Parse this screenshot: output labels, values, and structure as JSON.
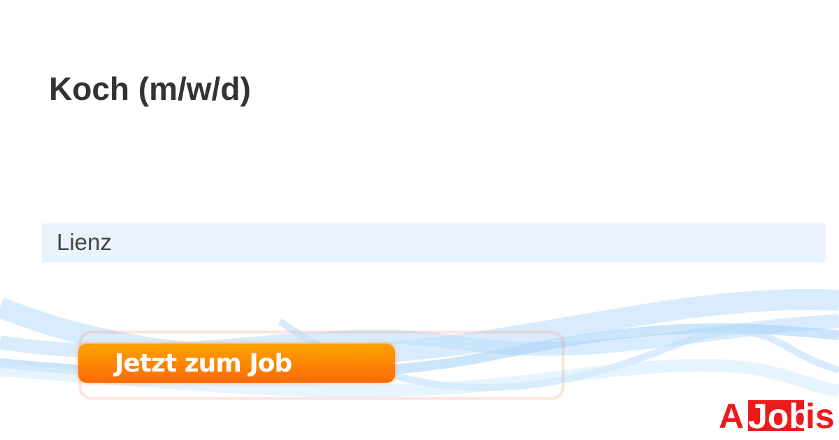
{
  "job": {
    "title": "Koch (m/w/d)",
    "location": "Lienz"
  },
  "cta": {
    "label": "Jetzt zum Job"
  },
  "logo": {
    "text": "AJobis",
    "colors": {
      "red": "#ec1b1b"
    }
  }
}
